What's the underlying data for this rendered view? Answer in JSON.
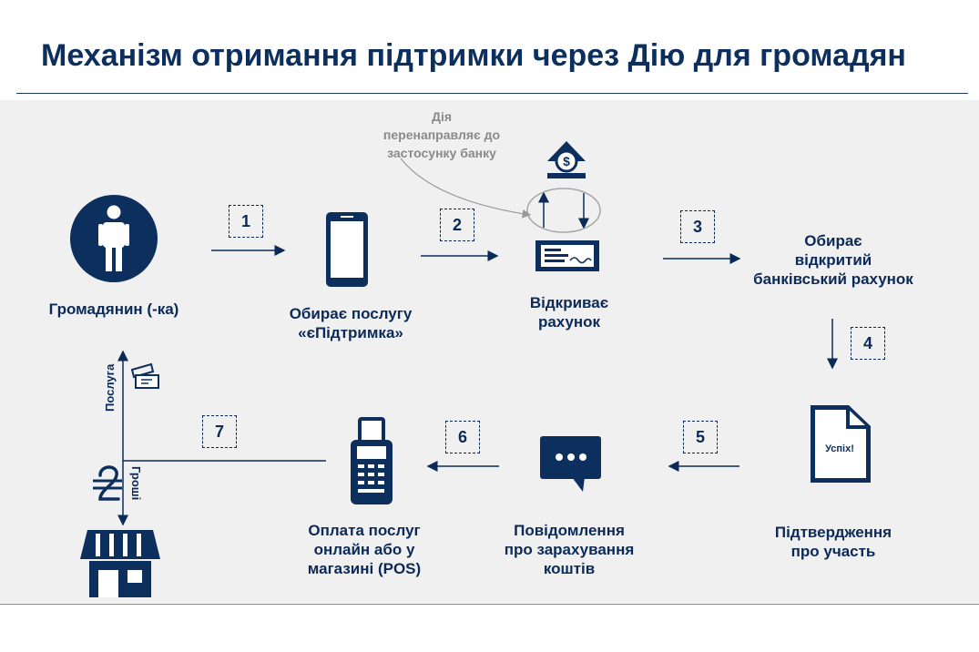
{
  "title": "Механізм отримання підтримки через Дію для громадян",
  "labels": {
    "citizen": "Громадянин (-ка)",
    "choose_service_1": "Обирає послугу",
    "choose_service_2": "«єПідтримка»",
    "open_account_1": "Відкриває",
    "open_account_2": "рахунок",
    "choose_account_1": "Обирає",
    "choose_account_2": "відкритий",
    "choose_account_3": "банківський рахунок",
    "confirm_1": "Підтвердження",
    "confirm_2": "про участь",
    "notify_1": "Повідомлення",
    "notify_2": "про зарахування",
    "notify_3": "коштів",
    "pay_1": "Оплата послуг",
    "pay_2": "онлайн або у",
    "pay_3": "магазині (POS)",
    "service": "Послуга",
    "money": "Гроші",
    "success": "Успіх!"
  },
  "note": {
    "line1": "Дія",
    "line2": "перенаправляє до",
    "line3": "застосунку банку"
  },
  "steps": [
    "1",
    "2",
    "3",
    "4",
    "5",
    "6",
    "7"
  ],
  "icons": [
    "person-icon",
    "phone-icon",
    "bank-icon",
    "cheque-icon",
    "document-icon",
    "chat-icon",
    "pos-terminal-icon",
    "ticket-icon",
    "hryvnia-icon",
    "shop-icon"
  ],
  "colors": {
    "primary": "#0d2f5e",
    "panel": "#f0f0f0",
    "note": "#8a8a8a"
  }
}
